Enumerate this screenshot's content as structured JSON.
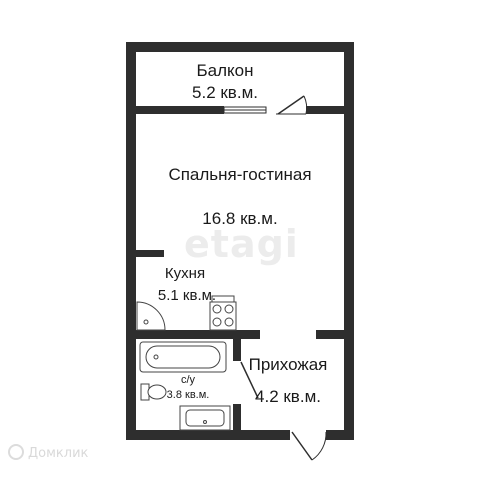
{
  "watermark": "etagi",
  "brand": "Домклик",
  "rooms": {
    "balcony": {
      "name": "Балкон",
      "area": "5.2 кв.м."
    },
    "living": {
      "name": "Спальня-гостиная",
      "area": "16.8 кв.м."
    },
    "kitchen": {
      "name": "Кухня",
      "area": "5.1 кв.м."
    },
    "hallway": {
      "name": "Прихожая",
      "area": "4.2 кв.м."
    },
    "bathroom": {
      "name": "с/у",
      "area": "3.8 кв.м."
    }
  },
  "colors": {
    "wall": "#2e2e2e",
    "fixture": "#444444"
  }
}
